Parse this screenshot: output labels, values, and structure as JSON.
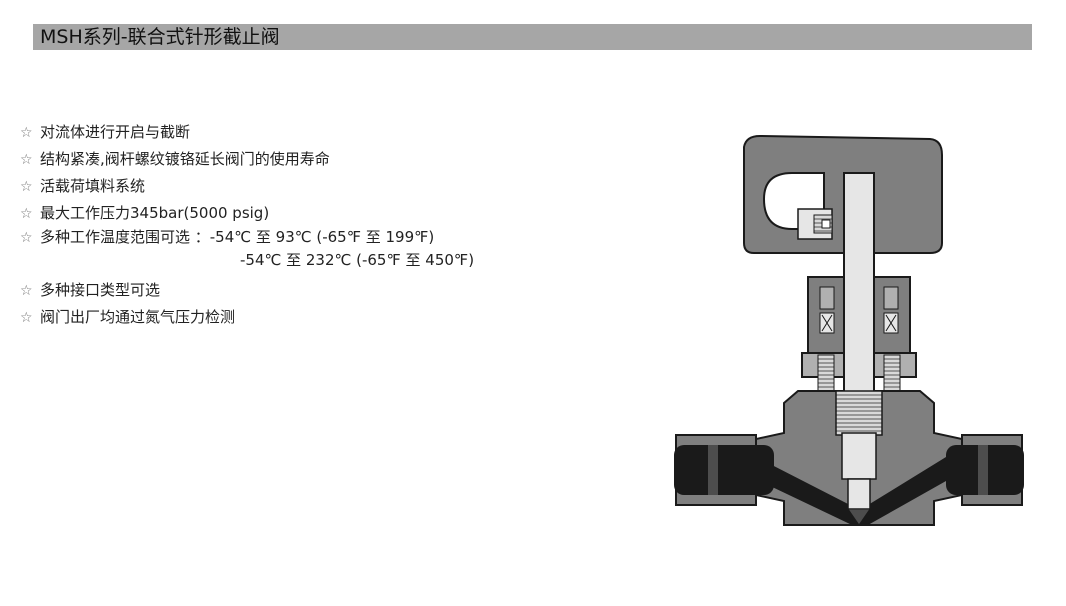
{
  "header": {
    "title": "MSH系列-联合式针形截止阀"
  },
  "features": {
    "star_glyph": "☆",
    "items": [
      "对流体进行开启与截断",
      "结构紧凑,阀杆螺纹镀铬延长阀门的使用寿命",
      "活载荷填料系统",
      "最大工作压力345bar(5000 psig)",
      "多种工作温度范围可选 ：-54℃ 至  93℃  (-65℉ 至 199℉)"
    ],
    "temp_continuation": "-54℃ 至 232℃ (-65℉ 至 450℉)",
    "items_after": [
      "多种接口类型可选",
      "阀门出厂均通过氮气压力检测"
    ]
  },
  "colors": {
    "title_bar": "#a6a6a6",
    "body_gray": "#7f7f7f",
    "light_gray": "#c8c8c8",
    "dark": "#1a1a1a"
  }
}
